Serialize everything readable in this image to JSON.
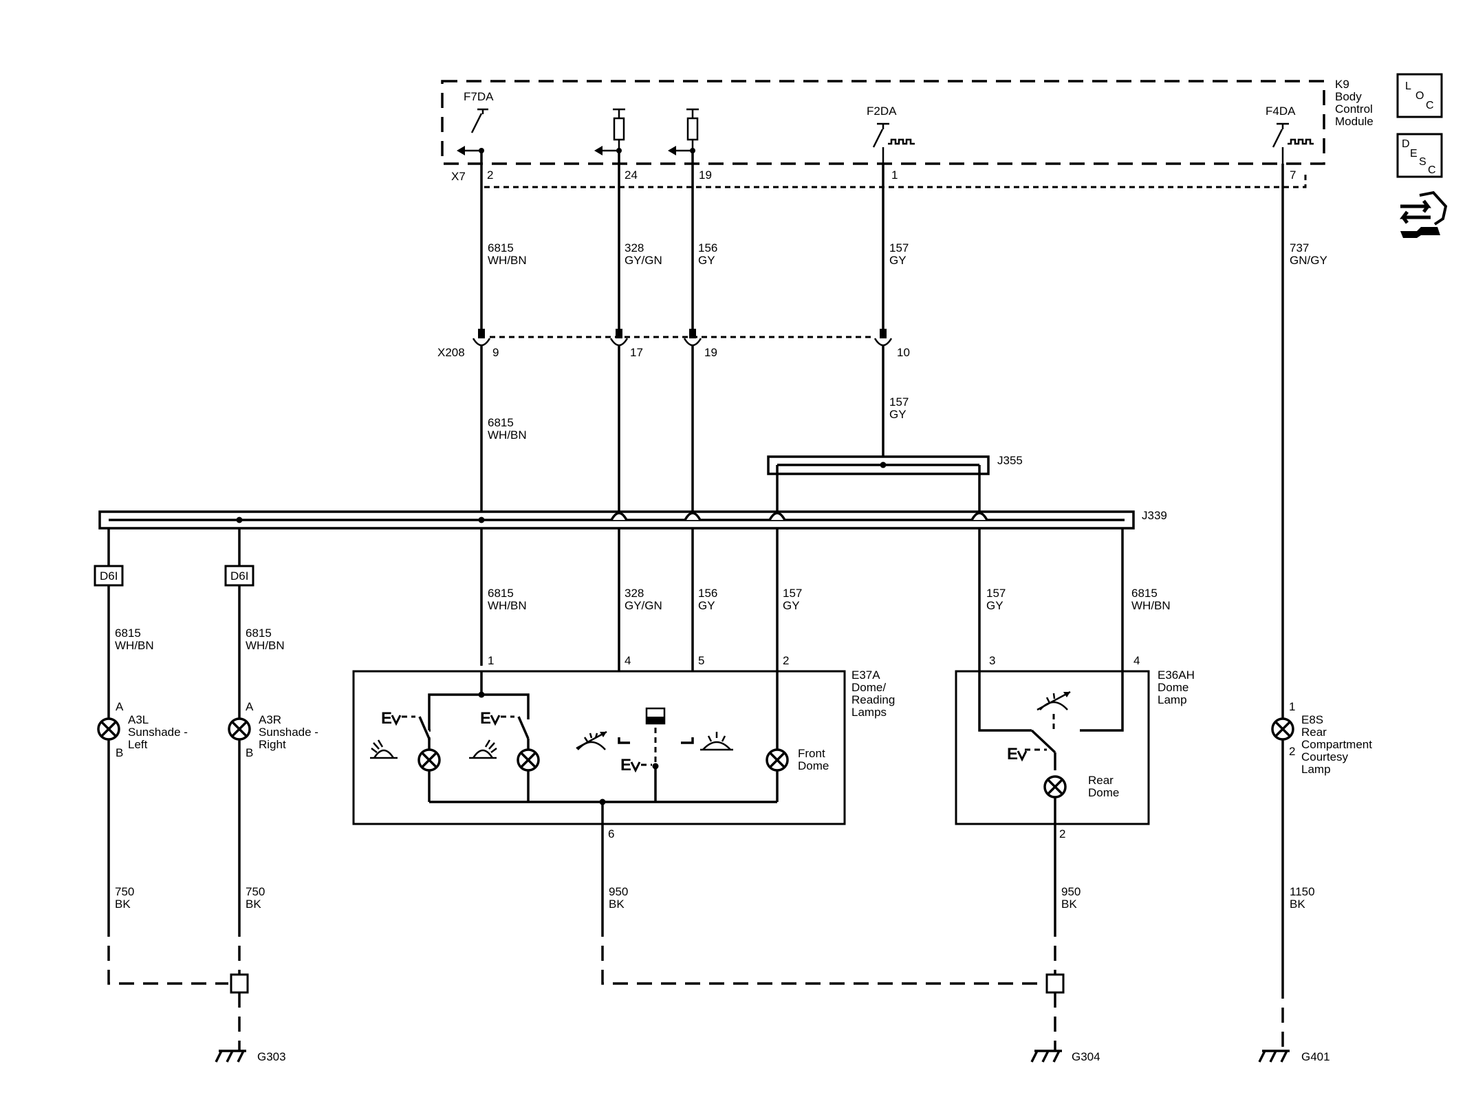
{
  "module": {
    "code": "K9",
    "l1": "Body",
    "l2": "Control",
    "l3": "Module",
    "connector": "X7"
  },
  "outputs": {
    "f7da": "F7DA",
    "f2da": "F2DA",
    "f4da": "F4DA"
  },
  "pins": {
    "k9": [
      "2",
      "24",
      "19",
      "1",
      "7"
    ],
    "x208": [
      "9",
      "17",
      "19",
      "10"
    ],
    "e37a": [
      "1",
      "4",
      "5",
      "2",
      "6"
    ],
    "e36ah": [
      "3",
      "4",
      "2"
    ],
    "a3l": [
      "A",
      "B"
    ],
    "a3r": [
      "A",
      "B"
    ],
    "e8s": [
      "1",
      "2"
    ]
  },
  "connectors": {
    "x208": "X208"
  },
  "wires": {
    "w6815": {
      "num": "6815",
      "color": "WH/BN"
    },
    "w328": {
      "num": "328",
      "color": "GY/GN"
    },
    "w156": {
      "num": "156",
      "color": "GY"
    },
    "w157": {
      "num": "157",
      "color": "GY"
    },
    "w737": {
      "num": "737",
      "color": "GN/GY"
    },
    "w750": {
      "num": "750",
      "color": "BK"
    },
    "w950": {
      "num": "950",
      "color": "BK"
    },
    "w1150": {
      "num": "1150",
      "color": "BK"
    }
  },
  "splices": {
    "j355": "J355",
    "j339": "J339"
  },
  "diodes": {
    "d6i": "D6I"
  },
  "components": {
    "a3l": {
      "code": "A3L",
      "l1": "Sunshade -",
      "l2": "Left"
    },
    "a3r": {
      "code": "A3R",
      "l1": "Sunshade -",
      "l2": "Right"
    },
    "e37a": {
      "code": "E37A",
      "l1": "Dome/",
      "l2": "Reading",
      "l3": "Lamps"
    },
    "front_dome": {
      "l1": "Front",
      "l2": "Dome"
    },
    "e36ah": {
      "code": "E36AH",
      "l1": "Dome",
      "l2": "Lamp"
    },
    "rear_dome": {
      "l1": "Rear",
      "l2": "Dome"
    },
    "e8s": {
      "code": "E8S",
      "l1": "Rear",
      "l2": "Compartment",
      "l3": "Courtesy",
      "l4": "Lamp"
    }
  },
  "grounds": {
    "g303": "G303",
    "g304": "G304",
    "g401": "G401"
  },
  "side_icons": {
    "loc": {
      "l": "L",
      "o": "O",
      "c": "C"
    },
    "desc": {
      "d": "D",
      "e": "E",
      "s": "S",
      "c": "C"
    },
    "icon_names": [
      "loc-icon",
      "desc-icon",
      "connector-tool-icon"
    ]
  }
}
